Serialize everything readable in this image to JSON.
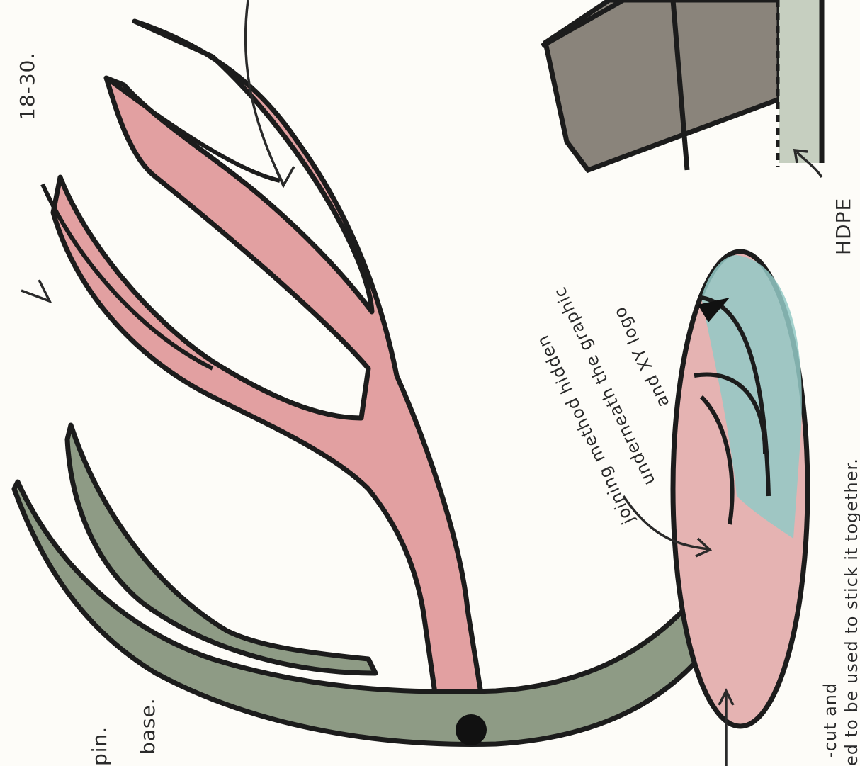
{
  "sheet": {
    "labels": {
      "range": "18-30.",
      "pin": "pin.",
      "base": "base.",
      "hdpe": "HDPE",
      "joining_line1": "joining method hidden",
      "joining_line2": "underneath the graphic",
      "joining_line3": "and XY logo",
      "bottom_line1": "-cut and",
      "bottom_line2": "ed to be used to stick it together."
    },
    "colors": {
      "antler_red": "#e2a0a1",
      "clip_green": "#8e9b85",
      "dark_grey": "#8a847b",
      "light_green": "#c6cfc0",
      "badge_teal": "#93c9c6",
      "outline": "#1c1c1c"
    }
  }
}
